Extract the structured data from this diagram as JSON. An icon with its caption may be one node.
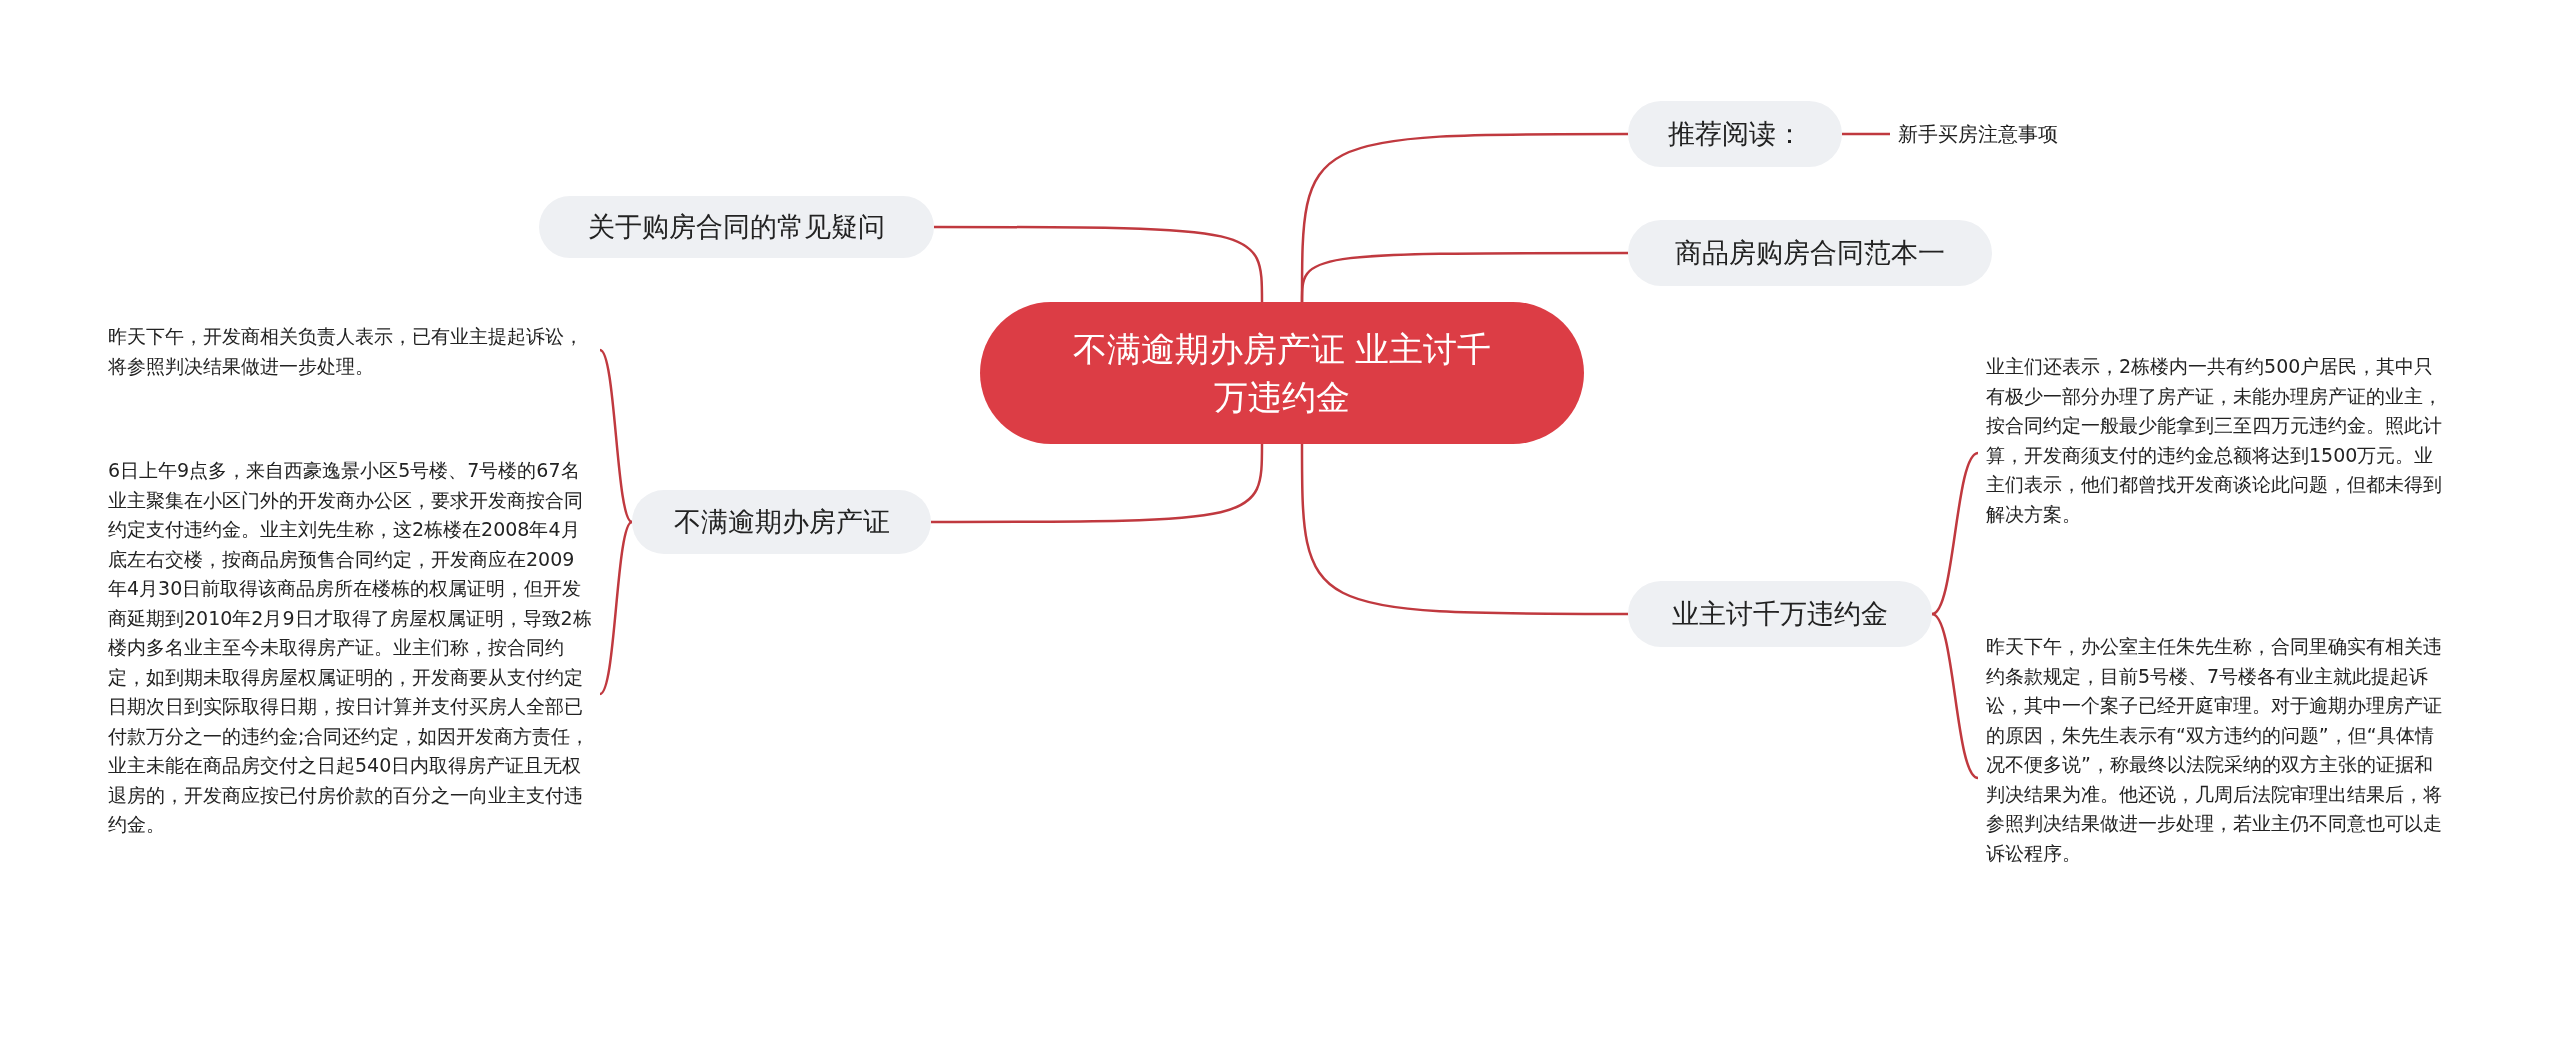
{
  "diagram": {
    "nodes": [
      {
        "text": [
          "不满逾期办房产证 业主讨千万违约金"
        ]
      },
      {
        "text": [
          "关于购房合同的常见疑问"
        ]
      },
      {
        "text": [
          "不满逾期办房产证"
        ]
      },
      {
        "text": [
          "昨天下午，开发商相关负责人表示，已有业主提起诉讼，将参照判决结果做进一步处理。"
        ]
      },
      {
        "text": [
          "6日上午9点多，来自西豪逸景小区5号楼、7号楼的67名业主聚集在小区门外的开发商办公区，要求开发商按合同约定支付违约金。业主刘先生称，这2栋楼在2008年4月底左右交楼，按商品房预售合同约定，开发商应在2009年4月30日前取得该商品房所在楼栋的权属证明，但开发商延期到2010年2月9日才取得了房屋权属证明，导致2栋楼内多名业主至今未取得房产证。业主们称，按合同约定，如到期未取得房屋权属证明的，开发商要从支付约定日期次日到实际取得日期，按日计算并支付买房人全部已付款万分之一的违约金;合同还约定，如因开发商方责任，业主未能在商品房交付之日起540日内取得房产证且无权退房的，开发商应按已付房价款的百分之一向业主支付违约金。"
        ]
      },
      {
        "text": [
          "推荐阅读："
        ]
      },
      {
        "text": [
          "新手买房注意事项"
        ]
      },
      {
        "text": [
          "商品房购房合同范本一"
        ]
      },
      {
        "text": [
          "业主讨千万违约金"
        ]
      },
      {
        "text": [
          "业主们还表示，2栋楼内一共有约500户居民，其中只有极少一部分办理了房产证，未能办理房产证的业主，按合同约定一般最少能拿到三至四万元违约金。照此计算，开发商须支付的违约金总额将达到1500万元。业主们表示，他们都曾找开发商谈论此问题，但都未得到解决方案。"
        ]
      },
      {
        "text": [
          "昨天下午，办公室主任朱先生称，合同里确实有相关违约条款规定，目前5号楼、7号楼各有业主就此提起诉讼，其中一个案子已经开庭审理。对于逾期办理房产证的原因，朱先生表示有“双方违约的问题”，但“具体情况不便多说”，称最终以法院采纳的双方主张的证据和判决结果为准。他还说，几周后法院审理出结果后，将参照判决结果做进一步处理，若业主仍不同意也可以走诉讼程序。"
        ]
      }
    ],
    "edges": [
      {
        "from": 0,
        "to": 1,
        "arrow": "none"
      },
      {
        "from": 0,
        "to": 2,
        "arrow": "none"
      },
      {
        "from": 2,
        "to": 3,
        "arrow": "none"
      },
      {
        "from": 2,
        "to": 4,
        "arrow": "none"
      },
      {
        "from": 0,
        "to": 5,
        "arrow": "none"
      },
      {
        "from": 5,
        "to": 6,
        "arrow": "none"
      },
      {
        "from": 0,
        "to": 7,
        "arrow": "none"
      },
      {
        "from": 0,
        "to": 8,
        "arrow": "none"
      },
      {
        "from": 8,
        "to": 9,
        "arrow": "none"
      },
      {
        "from": 8,
        "to": 10,
        "arrow": "none"
      }
    ]
  }
}
